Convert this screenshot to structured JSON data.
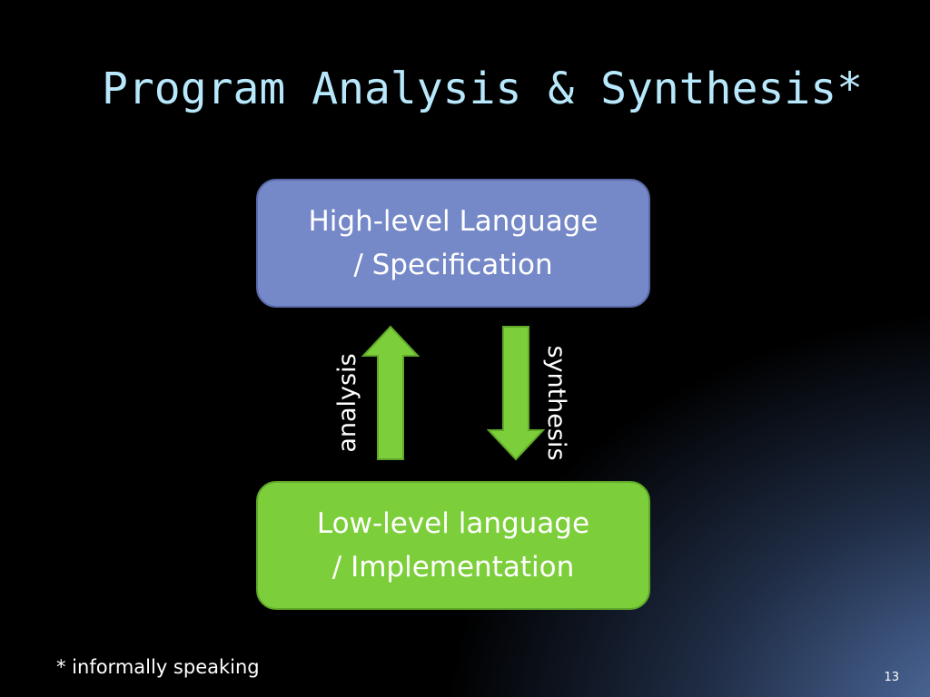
{
  "slide": {
    "title": "Program Analysis & Synthesis*",
    "high_box": {
      "line1": "High-level Language",
      "line2": "/ Specification",
      "color": "#7588c8"
    },
    "low_box": {
      "line1": "Low-level language",
      "line2": "/ Implementation",
      "color": "#7ccf3a"
    },
    "arrows": {
      "up_label": "analysis",
      "down_label": "synthesis",
      "color": "#7ccf3a",
      "up_icon": "arrow-up-icon",
      "down_icon": "arrow-down-icon"
    },
    "footnote": "* informally speaking",
    "page_number": "13",
    "title_color": "#b8e8fb"
  }
}
